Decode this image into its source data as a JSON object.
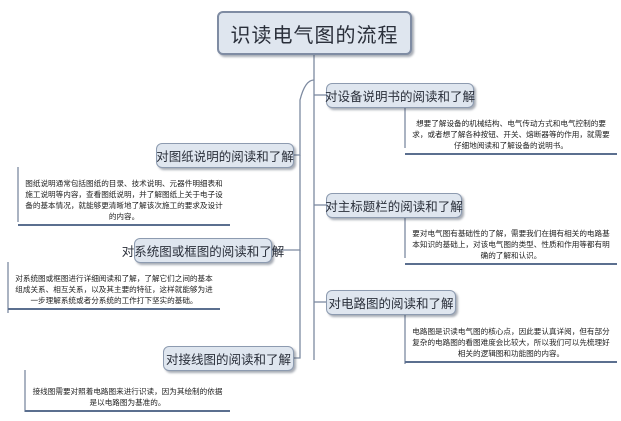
{
  "root": {
    "title": "识读电气图的流程"
  },
  "branches": [
    {
      "label": "对设备说明书的阅读和了解",
      "text": "想要了解设备的机械结构、电气传动方式和电气控制的要求，或者想了解各种按钮、开关、熔断器等的作用，就需要仔细地阅读和了解设备的说明书。"
    },
    {
      "label": "对图纸说明的阅读和了解",
      "text": "图纸说明通常包括图纸的目录、技术说明、元器件明细表和施工说明等内容，查看图纸说明，并了解图纸上关于电子设备的基本情况，就能够更清晰地了解该次施工的要求及设计的内容。"
    },
    {
      "label": "对主标题栏的阅读和了解",
      "text": "要对电气图有基础性的了解，需要我们在拥有相关的电路基本知识的基础上，对该电气图的类型、性质和作用等都有明确的了解和认识。"
    },
    {
      "label": "对系统图或框图的阅读和了解",
      "text": "对系统图或框图进行详细阅读和了解，了解它们之间的基本组成关系、相互关系，以及其主要的特征，这样就能够为进一步理解系统或者分系统的工作打下坚实的基础。"
    },
    {
      "label": "对电路图的阅读和了解",
      "text": "电路图是识读电气图的核心点，因此要认真详阅，但有部分复杂的电路图的看图难度会比较大，所以我们可以先梳理好相关的逻辑图和功能图的内容。"
    },
    {
      "label": "对接线图的阅读和了解",
      "text": "接线图需要对照着电路图来进行识读，因为其绘制的依据是以电路图为基准的。"
    }
  ]
}
